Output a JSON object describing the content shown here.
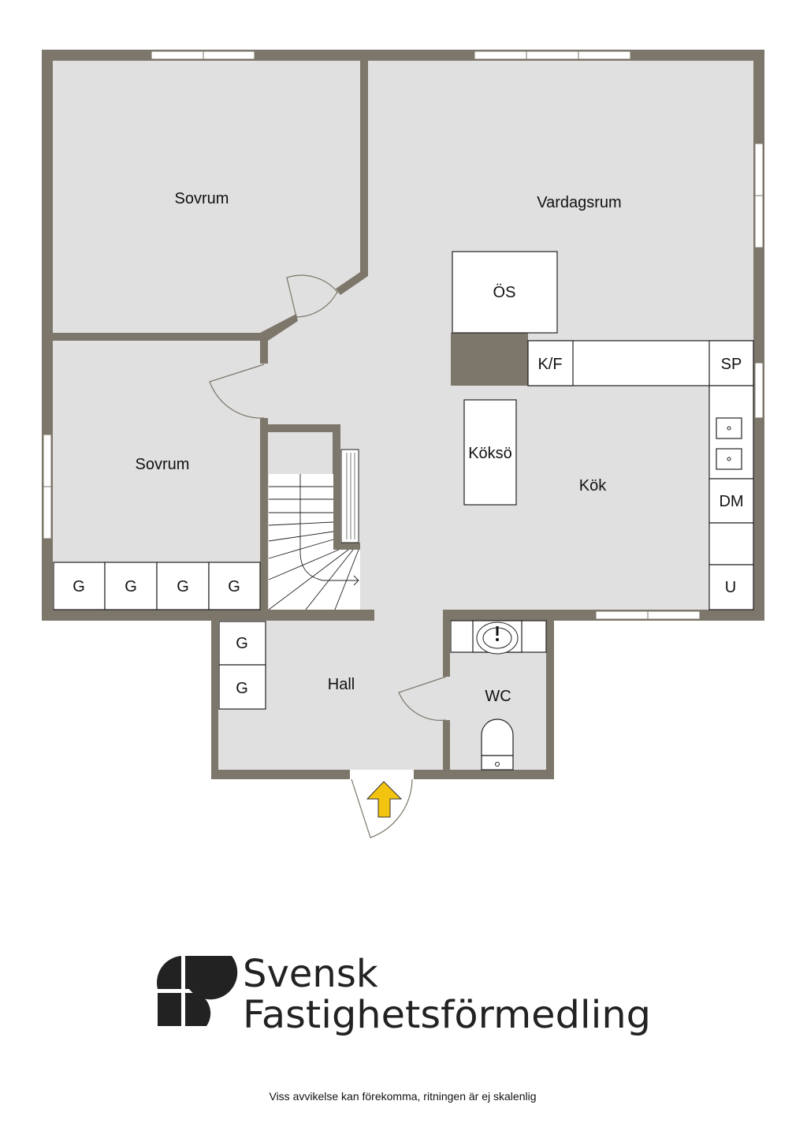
{
  "rooms": {
    "sovrum_upper": "Sovrum",
    "vardagsrum": "Vardagsrum",
    "sovrum_lower": "Sovrum",
    "kok": "Kök",
    "hall": "Hall",
    "wc": "WC"
  },
  "fixtures": {
    "oppen_spis": "ÖS",
    "kyl_frys": "K/F",
    "spis": "SP",
    "koksö": "Köksö",
    "diskmaskin": "DM",
    "ugn": "U",
    "garderob": "G"
  },
  "colors": {
    "wall": "#7d766a",
    "floor": "#e0e0e0",
    "entrance_arrow": "#f2c40f"
  },
  "logo": {
    "line1": "Svensk",
    "line2": "Fastighetsförmedling"
  },
  "footer": {
    "disclaimer": "Viss avvikelse kan förekomma, ritningen är ej skalenlig"
  }
}
